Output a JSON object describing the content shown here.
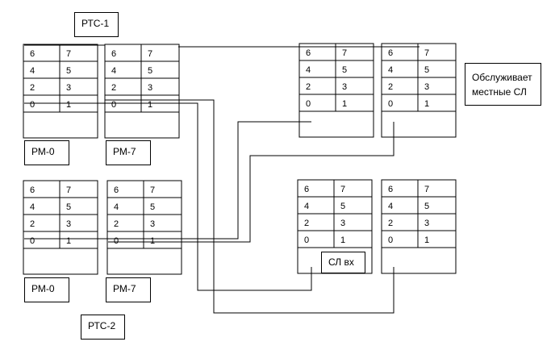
{
  "labels": {
    "rts1": "РТС-1",
    "rts2": "РТС-2",
    "rm0_top": "РМ-0",
    "rm7_top": "РМ-7",
    "rm0_bottom": "РМ-0",
    "rm7_bottom": "РМ-7",
    "serves_line1": "Обслуживает",
    "serves_line2": "местные СЛ",
    "sl_in": "СЛ вх"
  },
  "block_cells": [
    [
      "6",
      "7"
    ],
    [
      "4",
      "5"
    ],
    [
      "2",
      "3"
    ],
    [
      "0",
      "1"
    ]
  ],
  "colors": {
    "line": "#000000",
    "background": "#ffffff"
  }
}
